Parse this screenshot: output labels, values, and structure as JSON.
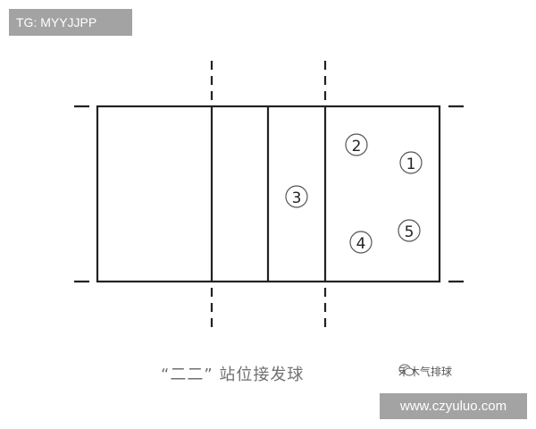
{
  "watermark_top": "TG: MYYJJPP",
  "watermark_bottom": "www.czyuluo.com",
  "caption": "“二二” 站位接发球",
  "brand": "禾木气排球",
  "players": [
    {
      "label": "1"
    },
    {
      "label": "2"
    },
    {
      "label": "3"
    },
    {
      "label": "4"
    },
    {
      "label": "5"
    }
  ]
}
